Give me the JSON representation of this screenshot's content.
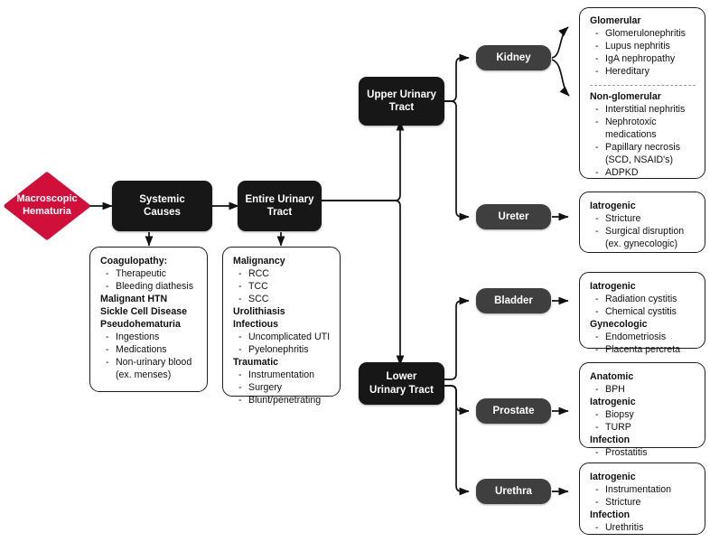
{
  "diagram": {
    "title": "Macroscopic Hematuria differential diagnosis flowchart",
    "colors": {
      "accent_red": "#D0103A",
      "node_black": "#171717",
      "node_gray": "#3f3f3f",
      "box_border": "#1c1c1c",
      "divider": "#9a9a9a",
      "background": "#ffffff"
    }
  },
  "start": {
    "label_line1": "Macroscopic",
    "label_line2": "Hematuria"
  },
  "nodes": {
    "systemic_causes": {
      "line1": "Systemic",
      "line2": "Causes"
    },
    "entire_urinary_tract": {
      "line1": "Entire Urinary",
      "line2": "Tract"
    },
    "upper_urinary_tract": {
      "line1": "Upper Urinary",
      "line2": "Tract"
    },
    "lower_urinary_tract": {
      "line1": "Lower",
      "line2": "Urinary Tract"
    },
    "kidney": {
      "label": "Kidney"
    },
    "ureter": {
      "label": "Ureter"
    },
    "bladder": {
      "label": "Bladder"
    },
    "prostate": {
      "label": "Prostate"
    },
    "urethra": {
      "label": "Urethra"
    }
  },
  "boxes": {
    "systemic": {
      "groups": [
        {
          "header": "Coagulopathy:",
          "items": [
            "Therapeutic",
            "Bleeding diathesis"
          ]
        },
        {
          "header": "Malignant HTN",
          "items": []
        },
        {
          "header": "Sickle Cell Disease",
          "items": []
        },
        {
          "header": "Pseudohematuria",
          "items": [
            "Ingestions",
            "Medications",
            "Non-urinary blood",
            "(ex. menses)"
          ]
        }
      ]
    },
    "entire_tract": {
      "groups": [
        {
          "header": "Malignancy",
          "items": [
            "RCC",
            "TCC",
            "SCC"
          ]
        },
        {
          "header": "Urolithiasis",
          "items": []
        },
        {
          "header": "Infectious",
          "items": [
            "Uncomplicated UTI",
            "Pyelonephritis"
          ]
        },
        {
          "header": "Traumatic",
          "items": [
            "Instrumentation",
            "Surgery",
            "Blunt/penetrating"
          ]
        }
      ]
    },
    "kidney_glomerular": {
      "groups": [
        {
          "header": "Glomerular",
          "items": [
            "Glomerulonephritis",
            "Lupus nephritis",
            "IgA nephropathy",
            "Hereditary"
          ]
        }
      ]
    },
    "kidney_nonglomerular": {
      "groups": [
        {
          "header": "Non-glomerular",
          "items": [
            "Interstitial nephritis",
            "Nephrotoxic",
            "medications",
            "Papillary necrosis",
            "(SCD, NSAID's)",
            "ADPKD"
          ]
        }
      ]
    },
    "ureter": {
      "groups": [
        {
          "header": "Iatrogenic",
          "items": [
            "Stricture",
            "Surgical disruption",
            "(ex. gynecologic)"
          ]
        }
      ]
    },
    "bladder": {
      "groups": [
        {
          "header": "Iatrogenic",
          "items": [
            "Radiation cystitis",
            "Chemical cystitis"
          ]
        },
        {
          "header": "Gynecologic",
          "items": [
            "Endometriosis",
            "Placenta percreta"
          ]
        }
      ]
    },
    "prostate": {
      "groups": [
        {
          "header": "Anatomic",
          "items": [
            "BPH"
          ]
        },
        {
          "header": "Iatrogenic",
          "items": [
            "Biopsy",
            "TURP"
          ]
        },
        {
          "header": "Infection",
          "items": [
            "Prostatitis"
          ]
        }
      ]
    },
    "urethra": {
      "groups": [
        {
          "header": "Iatrogenic",
          "items": [
            "Instrumentation",
            "Stricture"
          ]
        },
        {
          "header": "Infection",
          "items": [
            "Urethritis"
          ]
        }
      ]
    }
  }
}
